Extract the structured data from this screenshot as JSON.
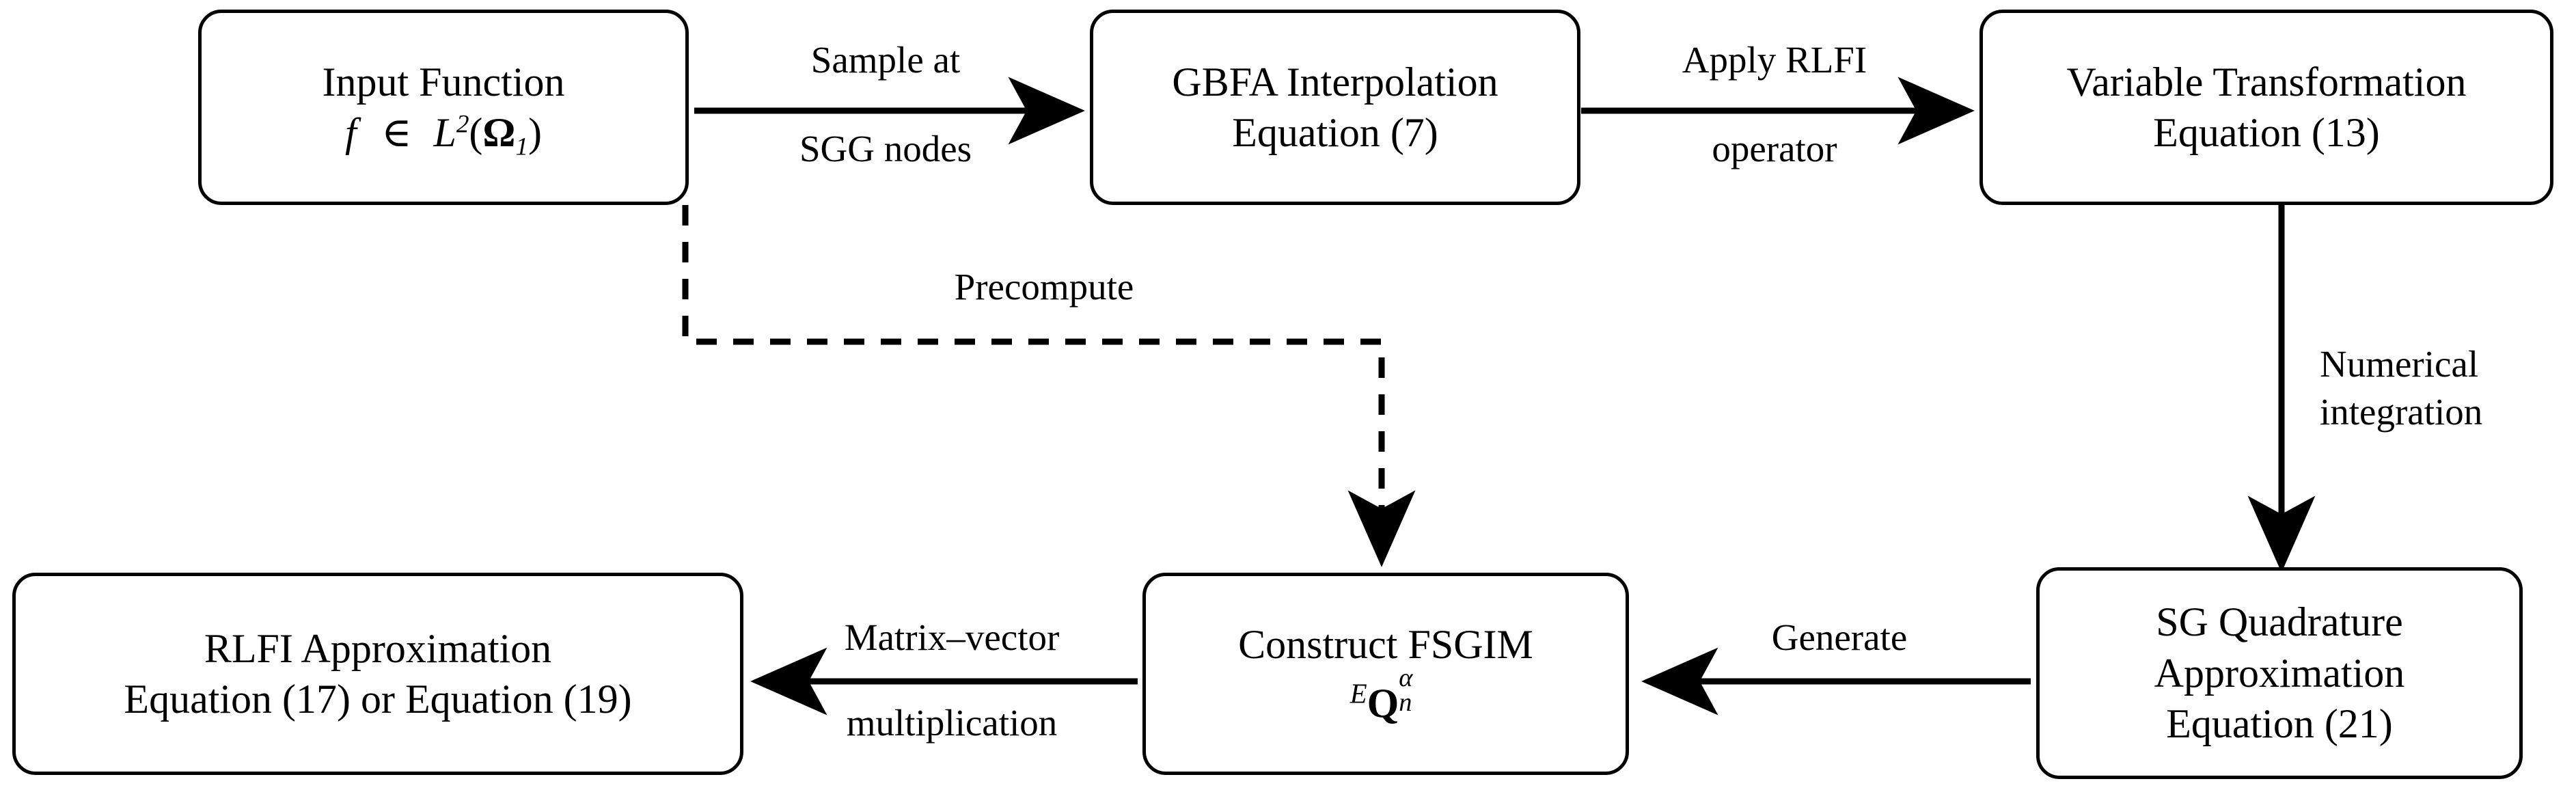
{
  "diagram": {
    "title": "RLFI approximation pipeline flowchart",
    "colors": {
      "stroke": "#000000",
      "fill": "#ffffff",
      "text": "#000000"
    },
    "nodes": {
      "input_function": {
        "line1": "Input Function",
        "line2_math": "f ∈ L²(Ω₁)",
        "math_parts": {
          "f": "f",
          "in": "∈",
          "L": "L",
          "exp": "2",
          "open": "(",
          "Omega": "Ω",
          "sub": "1",
          "close": ")"
        }
      },
      "gbfa_interpolation": {
        "line1": "GBFA Interpolation",
        "line2": "Equation (7)"
      },
      "variable_transformation": {
        "line1": "Variable Transformation",
        "line2": "Equation (13)"
      },
      "sg_quadrature": {
        "line1": "SG Quadrature",
        "line2": "Approximation",
        "line3": "Equation (21)"
      },
      "construct_fsgim": {
        "line1": "Construct FSGIM",
        "line2_math": "ᴱQⁿₐ",
        "math_parts": {
          "presup": "E",
          "base": "Q",
          "sup": "α",
          "sub": "n"
        }
      },
      "rlfi_approximation": {
        "line1": "RLFI Approximation",
        "line2": "Equation (17) or Equation (19)"
      }
    },
    "edges": {
      "sample_at_sgg_nodes": {
        "above": "Sample at",
        "below": "SGG nodes",
        "style": "solid",
        "direction": "right"
      },
      "apply_rlfi_operator": {
        "above": "Apply RLFI",
        "below": "operator",
        "style": "solid",
        "direction": "right"
      },
      "precompute": {
        "label": "Precompute",
        "style": "dashed",
        "direction": "down"
      },
      "numerical_integration": {
        "line1": "Numerical",
        "line2": "integration",
        "style": "solid",
        "direction": "down"
      },
      "generate": {
        "label": "Generate",
        "style": "solid",
        "direction": "left"
      },
      "matrix_vector_multiplication": {
        "above": "Matrix–vector",
        "below": "multiplication",
        "style": "solid",
        "direction": "left"
      }
    }
  }
}
